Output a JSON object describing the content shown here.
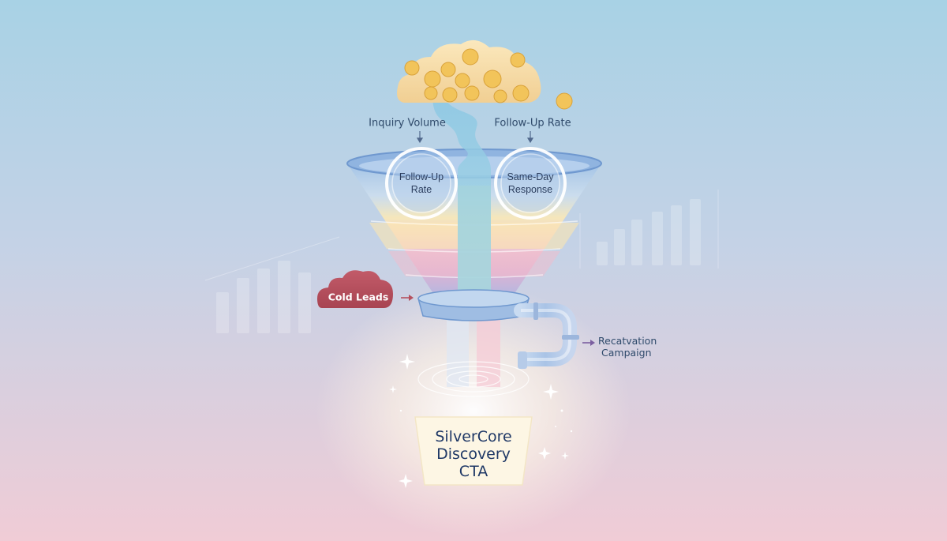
{
  "labels": {
    "inquiry_volume": "Inquiry Volume",
    "follow_up_rate_top": "Follow-Up Rate",
    "badge_follow_up": [
      "Follow-Up",
      "Rate"
    ],
    "badge_same_day": [
      "Same-Day",
      "Response"
    ],
    "cold_leads": "Cold Leads",
    "reactivation": [
      "Recatvation",
      "Campaign"
    ],
    "cta": [
      "SilverCore",
      "Discovery",
      "CTA"
    ]
  },
  "colors": {
    "bg_top": "#a9d3e6",
    "bg_bottom": "#f1cfd8",
    "funnel_blue": "#7aa6d6",
    "funnel_yellow": "#fbe9b8",
    "funnel_pink": "#f3c3cf",
    "cold_cloud": "#b5505e",
    "coin": "#f2c45a",
    "cloud_cream": "#f7dfa8",
    "cta_box": "#fdf6e3",
    "cta_text": "#1f3866"
  },
  "icons": [
    "coin-cloud-icon",
    "cold-leads-cloud-icon",
    "sparkle-icon",
    "pipe-icon",
    "arrow-icon"
  ]
}
